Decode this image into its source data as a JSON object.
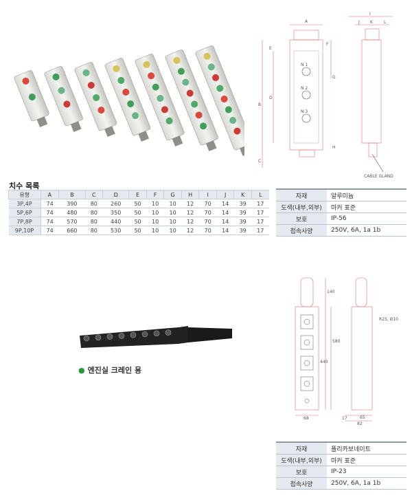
{
  "dimension_list": {
    "title": "치수 목록",
    "headers": [
      "유형",
      "A",
      "B",
      "C",
      "D",
      "E",
      "F",
      "G",
      "H",
      "I",
      "J",
      "K",
      "L"
    ],
    "rows": [
      [
        "3P,4P",
        "74",
        "390",
        "80",
        "260",
        "50",
        "10",
        "10",
        "12",
        "70",
        "14",
        "39",
        "17"
      ],
      [
        "5P,6P",
        "74",
        "480",
        "80",
        "350",
        "50",
        "10",
        "10",
        "12",
        "70",
        "14",
        "39",
        "17"
      ],
      [
        "7P,8P",
        "74",
        "570",
        "80",
        "440",
        "50",
        "10",
        "10",
        "12",
        "70",
        "14",
        "39",
        "17"
      ],
      [
        "9P,10P",
        "74",
        "660",
        "80",
        "530",
        "50",
        "10",
        "10",
        "12",
        "70",
        "14",
        "39",
        "17"
      ]
    ]
  },
  "spec1": {
    "rows": [
      {
        "k": "자재",
        "v": "알루미늄"
      },
      {
        "k": "도색(내부,외부)",
        "v": "마커 표준"
      },
      {
        "k": "보호",
        "v": "IP-56"
      },
      {
        "k": "접속사양",
        "v": "250V, 6A, 1a 1b"
      }
    ]
  },
  "spec2": {
    "rows": [
      {
        "k": "자재",
        "v": "폴리카보네이트"
      },
      {
        "k": "도색(내부,외부)",
        "v": "마커 표준"
      },
      {
        "k": "보호",
        "v": "IP-23"
      },
      {
        "k": "접속사양",
        "v": "250V, 6A, 1a 1b"
      }
    ]
  },
  "caption": {
    "text": "엔진실 크레인 용"
  },
  "drawing1_labels": {
    "a": "A",
    "b": "B",
    "c": "C",
    "d": "D",
    "e": "E",
    "f": "F",
    "g": "G",
    "h": "H",
    "i": "I",
    "j": "J",
    "k": "K",
    "l": "L",
    "n1": "N 1",
    "n2": "N 2",
    "n3": "N 3",
    "cable": "CABLE GLAND"
  },
  "drawing2_labels": {
    "d140": "140",
    "d580": "580",
    "d440": "440",
    "d68": "68",
    "d17": "17",
    "d65": "65",
    "d82": "82",
    "r": "R25, Ø10"
  }
}
